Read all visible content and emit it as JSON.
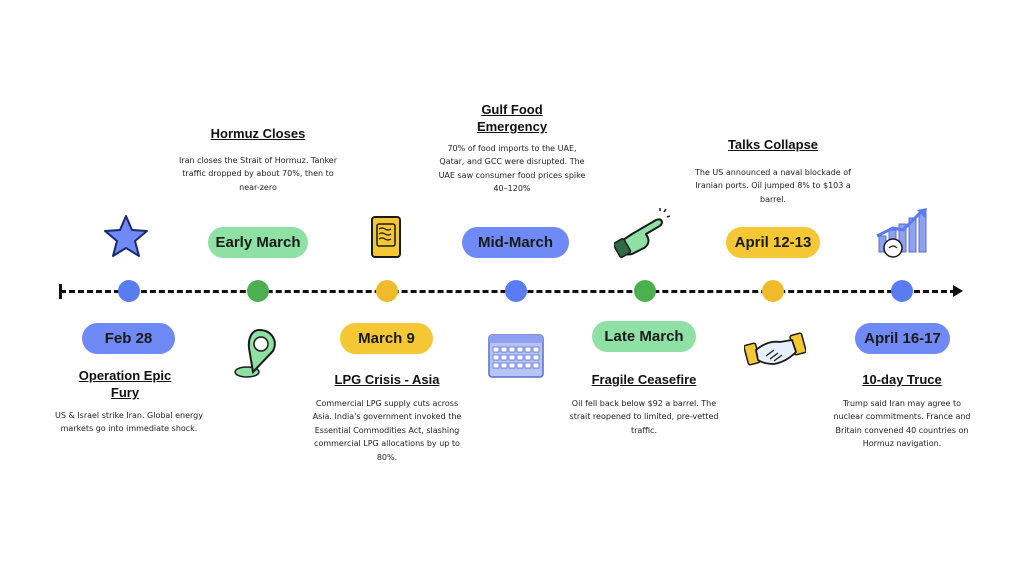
{
  "colors": {
    "blue": "#6f89f6",
    "green": "#8fe0a4",
    "yellow": "#f6c735",
    "dot_blue": "#5a7cf3",
    "dot_green": "#4caf50",
    "dot_yellow": "#f0bb2a"
  },
  "events": [
    {
      "date": "Feb 28",
      "title": "Operation Epic Fury",
      "description": "US & Israel strike Iran. Global energy markets go into immediate shock.",
      "icon": "star-icon",
      "color": "blue"
    },
    {
      "date": "Early March",
      "title": "Hormuz Closes",
      "description": "Iran closes the Strait of Hormuz. Tanker traffic dropped by about 70%, then to near-zero",
      "icon": "location-pin-icon",
      "color": "green"
    },
    {
      "date": "March 9",
      "title": "LPG Crisis - Asia",
      "description": "Commercial LPG supply cuts across Asia. India's government invoked the Essential Commodities Act, slashing commercial LPG allocations by up to 80%.",
      "icon": "document-icon",
      "color": "yellow"
    },
    {
      "date": "Mid-March",
      "title": "Gulf Food Emergency",
      "description": "70% of food imports to the UAE, Qatar, and GCC were disrupted. The UAE saw consumer food prices spike 40–120%",
      "icon": "calendar-icon",
      "color": "blue"
    },
    {
      "date": "Late March",
      "title": "Fragile Ceasefire",
      "description": "Oil fell back below $92 a barrel. The strait reopened to limited, pre-vetted traffic.",
      "icon": "pointing-hand-icon",
      "color": "green"
    },
    {
      "date": "April 12-13",
      "title": "Talks Collapse",
      "description": "The US announced a naval blockade of Iranian ports. Oil jumped 8% to $103 a barrel.",
      "icon": "handshake-icon",
      "color": "yellow"
    },
    {
      "date": "April 16-17",
      "title": "10-day Truce",
      "description": "Trump said Iran may agree to nuclear commitments. France and Britain convened 40 countries on Hormuz navigation.",
      "icon": "growth-chart-icon",
      "color": "blue"
    }
  ]
}
